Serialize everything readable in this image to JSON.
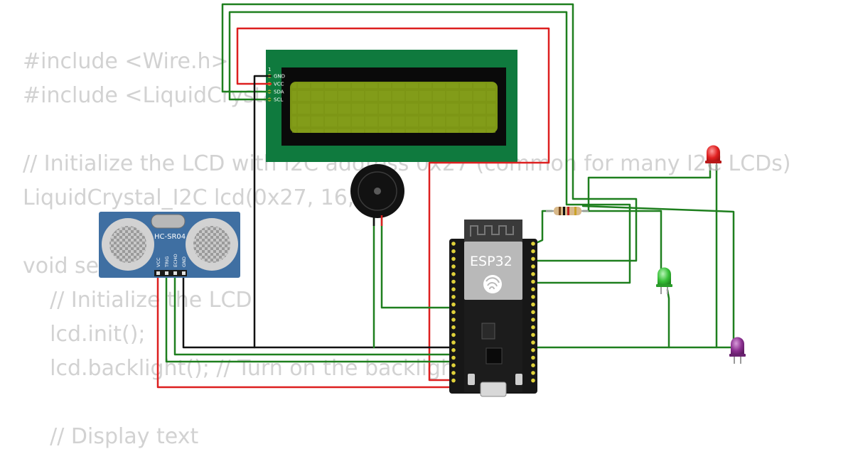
{
  "code_lines": [
    "#include <Wire.h>",
    "#include <LiquidCrystal_I2C.h>",
    "",
    "// Initialize the LCD with I2C address 0x27 (common for many I2C LCDs)",
    "LiquidCrystal_I2C lcd(0x27, 16, 2);",
    "",
    "void setup() {",
    "    // Initialize the LCD",
    "    lcd.init();",
    "    lcd.backlight(); // Turn on the backlight",
    "",
    "    // Display text"
  ],
  "lcd": {
    "pin1": "1",
    "pins": [
      "GND",
      "VCC",
      "SDA",
      "SCL"
    ]
  },
  "sensor": {
    "label": "HC-SR04",
    "pins": [
      "VCC",
      "TRIG",
      "ECHO",
      "GND"
    ]
  },
  "esp32": {
    "label": "ESP32"
  },
  "colors": {
    "wire_green": "#1e7f1e",
    "wire_red": "#dd1f1f",
    "wire_black": "#111111",
    "lcd_board": "#0f7a3e",
    "lcd_screen": "#7d9615",
    "sensor_board": "#3f6fa2",
    "esp_board": "#171717",
    "led_red": "#e02020",
    "led_green": "#38c038",
    "led_purple": "#8a2f8f"
  }
}
